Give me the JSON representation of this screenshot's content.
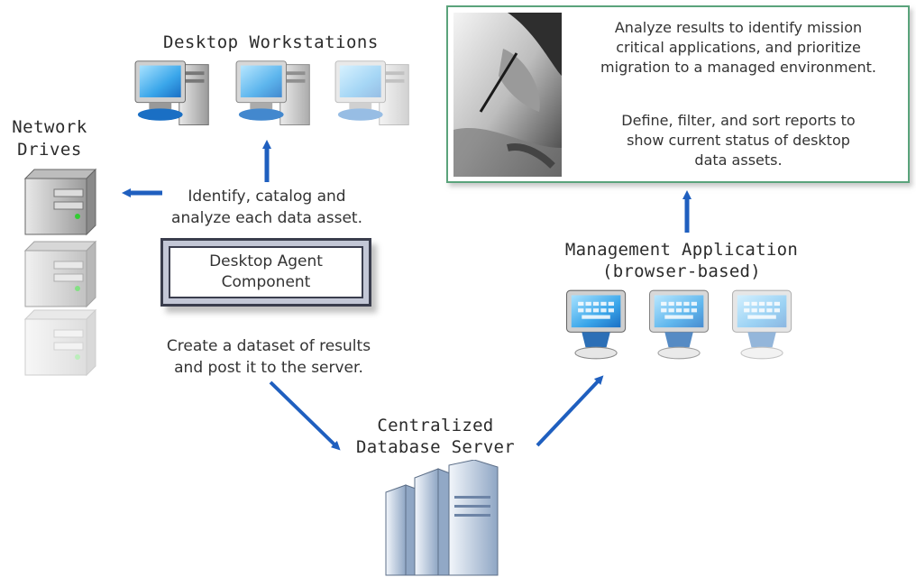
{
  "desktop_workstations": {
    "title": "Desktop Workstations",
    "icons": [
      "computer-icon",
      "computer-icon",
      "computer-icon"
    ]
  },
  "network_drives": {
    "title_line1": "Network",
    "title_line2": "Drives",
    "icons": [
      "drive-icon",
      "drive-icon",
      "drive-icon"
    ]
  },
  "identify_text": {
    "line1": "Identify, catalog and",
    "line2": "analyze each data asset."
  },
  "agent_box": {
    "line1": "Desktop Agent",
    "line2": "Component"
  },
  "create_text": {
    "line1": "Create a dataset of results",
    "line2": "and post it to the server."
  },
  "database_server": {
    "title_line1": "Centralized",
    "title_line2": "Database Server",
    "icon": "server-icon"
  },
  "management_app": {
    "title_line1": "Management Application",
    "title_line2": "(browser-based)",
    "icons": [
      "browser-computer-icon",
      "browser-computer-icon",
      "browser-computer-icon"
    ]
  },
  "info_box": {
    "para1": [
      "Analyze results to identify mission",
      "critical applications, and prioritize",
      "migration to a managed environment."
    ],
    "para2": [
      "Define, filter, and sort reports to",
      "show current status of desktop",
      "data assets."
    ],
    "photo": "hand-writing-photo"
  },
  "colors": {
    "arrow": "#1f5fbf",
    "info_border": "#5aa37b",
    "agent_border": "#3a3d4d",
    "agent_fill": "#c3c7d6"
  }
}
